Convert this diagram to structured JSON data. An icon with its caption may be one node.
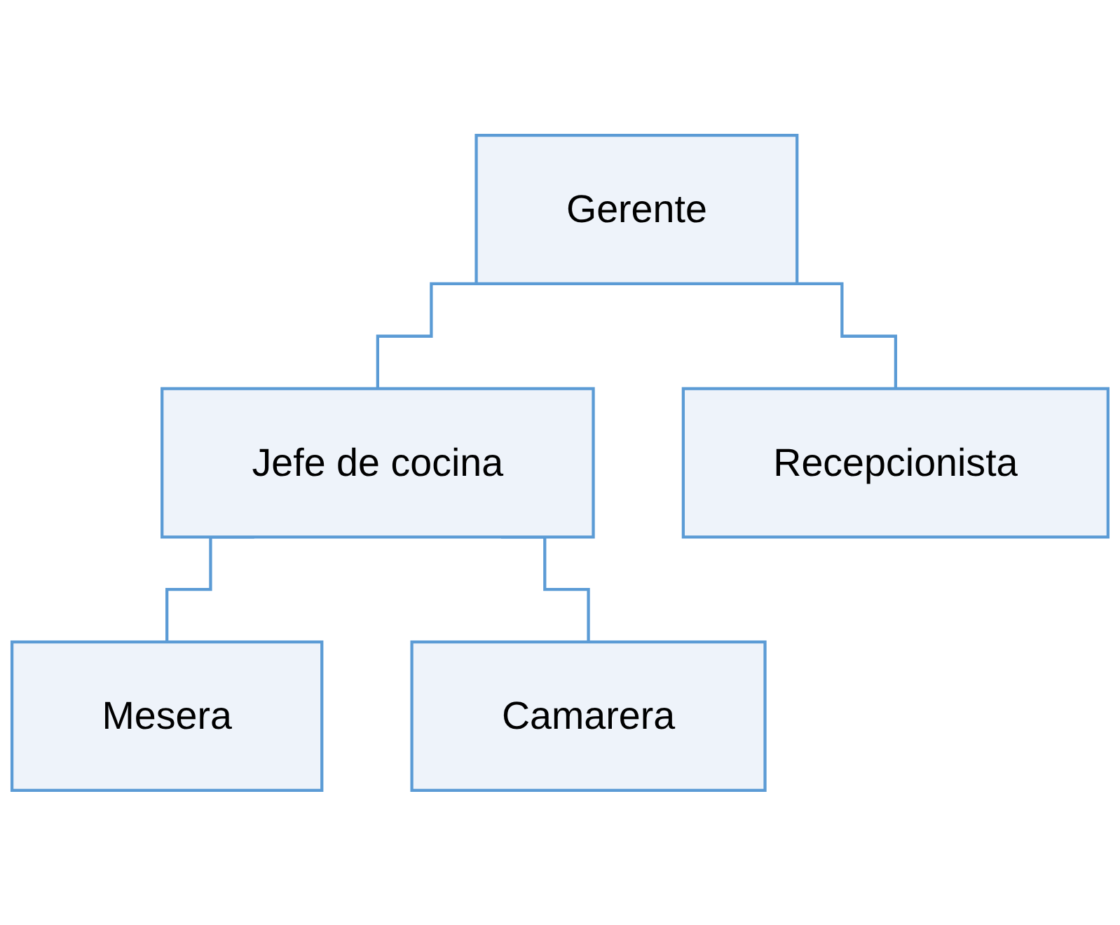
{
  "diagram": {
    "nodes": [
      {
        "text": [
          "Gerente"
        ]
      },
      {
        "text": [
          "Jefe de cocina"
        ]
      },
      {
        "text": [
          "Recepcionista"
        ]
      },
      {
        "text": [
          "Mesera"
        ]
      },
      {
        "text": [
          "Camarera"
        ]
      }
    ],
    "edges": [
      {
        "from": 0,
        "to": 1,
        "arrow": "none"
      },
      {
        "from": 0,
        "to": 2,
        "arrow": "none"
      },
      {
        "from": 1,
        "to": 3,
        "arrow": "none"
      },
      {
        "from": 1,
        "to": 4,
        "arrow": "none"
      }
    ]
  }
}
